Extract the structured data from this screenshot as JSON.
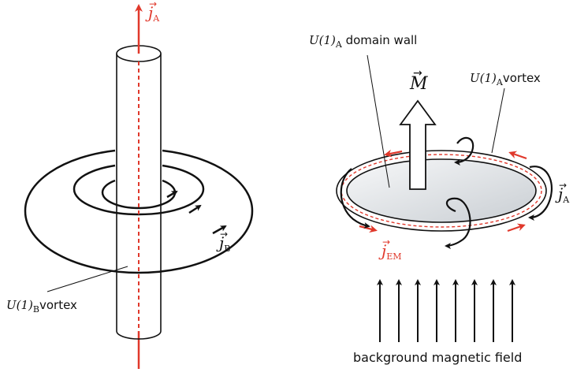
{
  "left_panel": {
    "jA_label": {
      "symbol": "j",
      "sub": "A"
    },
    "jB_label": {
      "symbol": "j",
      "sub": "B"
    },
    "vortex_label": {
      "prefix": "U(1)",
      "sub": "B",
      "text": "vortex"
    }
  },
  "right_panel": {
    "domain_wall_label": {
      "prefix": "U(1)",
      "sub": "A",
      "text": " domain wall"
    },
    "vortex_label": {
      "prefix": "U(1)",
      "sub": "A",
      "text": "vortex"
    },
    "M_label": "M",
    "jA_label": {
      "symbol": "j",
      "sub": "A"
    },
    "jEM_label": {
      "symbol": "j",
      "sub": "EM"
    },
    "field_caption": "background magnetic field"
  },
  "colors": {
    "accent_red": "#e0382b",
    "ink": "#111111"
  }
}
